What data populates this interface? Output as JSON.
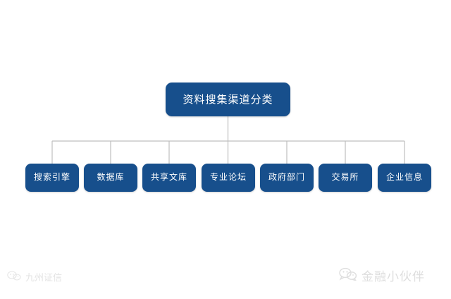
{
  "diagram": {
    "type": "organization-chart",
    "background_color": "#FFFFFF",
    "node_fill_color": "#174F8C",
    "node_text_color": "#FFFFFF",
    "connector_color": "#BFBFBF",
    "root": {
      "label": "资料搜集渠道分类"
    },
    "children": [
      {
        "label": "搜索引擎"
      },
      {
        "label": "数据库"
      },
      {
        "label": "共享文库"
      },
      {
        "label": "专业论坛"
      },
      {
        "label": "政府部门"
      },
      {
        "label": "交易所"
      },
      {
        "label": "企业信息"
      }
    ]
  },
  "watermarks": {
    "bottom_left": {
      "icon": "wechat-bubble-icon",
      "text": "九州证信"
    },
    "bottom_right": {
      "icon": "wechat-bubble-icon",
      "text": "金融小伙伴"
    }
  }
}
